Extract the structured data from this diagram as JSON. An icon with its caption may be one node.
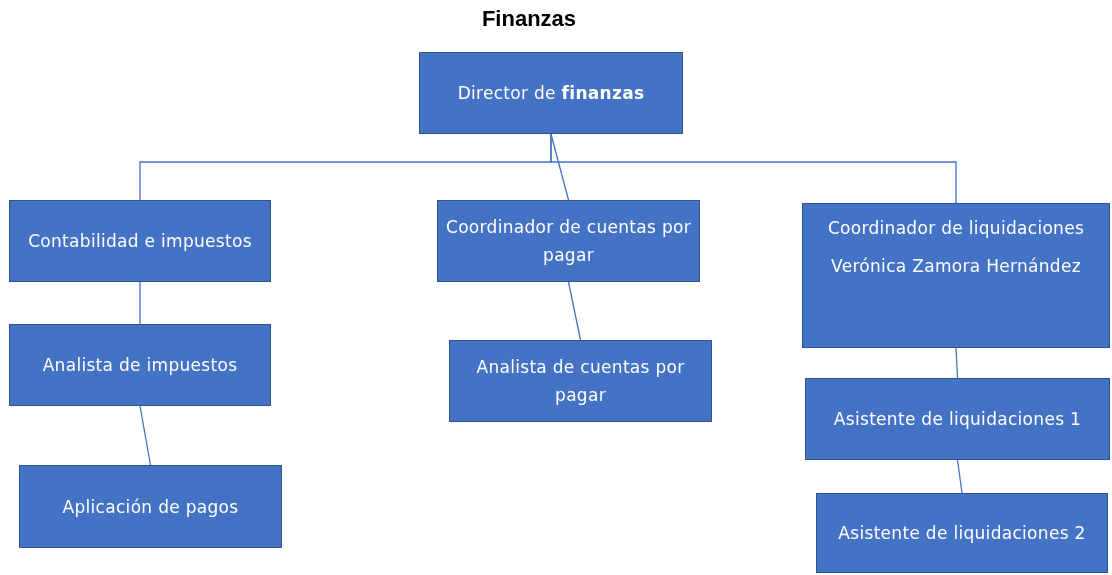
{
  "diagram": {
    "title": "Finanzas",
    "nodes": [
      {
        "text": [
          "Director de **finanzas**"
        ]
      },
      {
        "text": [
          "Contabilidad e impuestos"
        ]
      },
      {
        "text": [
          "Coordinador de cuentas por pagar"
        ]
      },
      {
        "text": [
          "Coordinador de liquidaciones",
          "Verónica Zamora Hernández"
        ]
      },
      {
        "text": [
          "Analista de impuestos"
        ]
      },
      {
        "text": [
          "Aplicación de pagos"
        ]
      },
      {
        "text": [
          "Analista de cuentas por pagar"
        ]
      },
      {
        "text": [
          "Asistente de liquidaciones 1"
        ]
      },
      {
        "text": [
          "Asistente de liquidaciones 2"
        ]
      }
    ],
    "edges": [
      {
        "from": 0,
        "to": 1,
        "arrow": "none"
      },
      {
        "from": 0,
        "to": 2,
        "arrow": "none"
      },
      {
        "from": 0,
        "to": 3,
        "arrow": "none"
      },
      {
        "from": 1,
        "to": 4,
        "arrow": "none"
      },
      {
        "from": 4,
        "to": 5,
        "arrow": "none"
      },
      {
        "from": 2,
        "to": 6,
        "arrow": "none"
      },
      {
        "from": 3,
        "to": 7,
        "arrow": "none"
      },
      {
        "from": 7,
        "to": 8,
        "arrow": "none"
      }
    ]
  }
}
